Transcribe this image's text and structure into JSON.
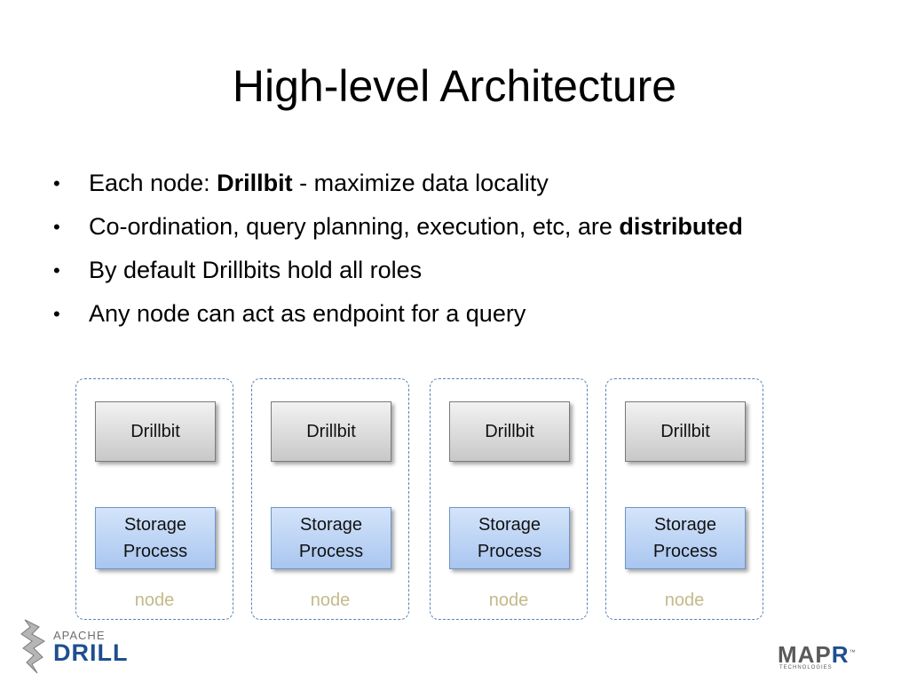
{
  "title": "High-level Architecture",
  "bullets": [
    {
      "pre": "Each node: ",
      "bold": "Drillbit",
      "post": " - maximize data locality"
    },
    {
      "pre": "Co-ordination, query planning, execution, etc, are ",
      "bold": "distributed",
      "post": ""
    },
    {
      "pre": "By default Drillbits hold all roles",
      "bold": "",
      "post": ""
    },
    {
      "pre": "Any node can act as endpoint for a query",
      "bold": "",
      "post": ""
    }
  ],
  "bullet_glyph": "•",
  "nodes": [
    {
      "drillbit": "Drillbit",
      "storage_line1": "Storage",
      "storage_line2": "Process",
      "label": "node"
    },
    {
      "drillbit": "Drillbit",
      "storage_line1": "Storage",
      "storage_line2": "Process",
      "label": "node"
    },
    {
      "drillbit": "Drillbit",
      "storage_line1": "Storage",
      "storage_line2": "Process",
      "label": "node"
    },
    {
      "drillbit": "Drillbit",
      "storage_line1": "Storage",
      "storage_line2": "Process",
      "label": "node"
    }
  ],
  "logos": {
    "apache_drill": {
      "apache": "APACHE",
      "drill": "DRILL"
    },
    "mapr": {
      "map": "MAP",
      "r": "R",
      "tech": "TECHNOLOGIES",
      "tm": "™"
    }
  },
  "colors": {
    "node_border": "#5b82b5",
    "node_label": "#c3b98a",
    "storage_fill": "#a9c6f0",
    "drillbit_fill": "#c8c8c8"
  }
}
